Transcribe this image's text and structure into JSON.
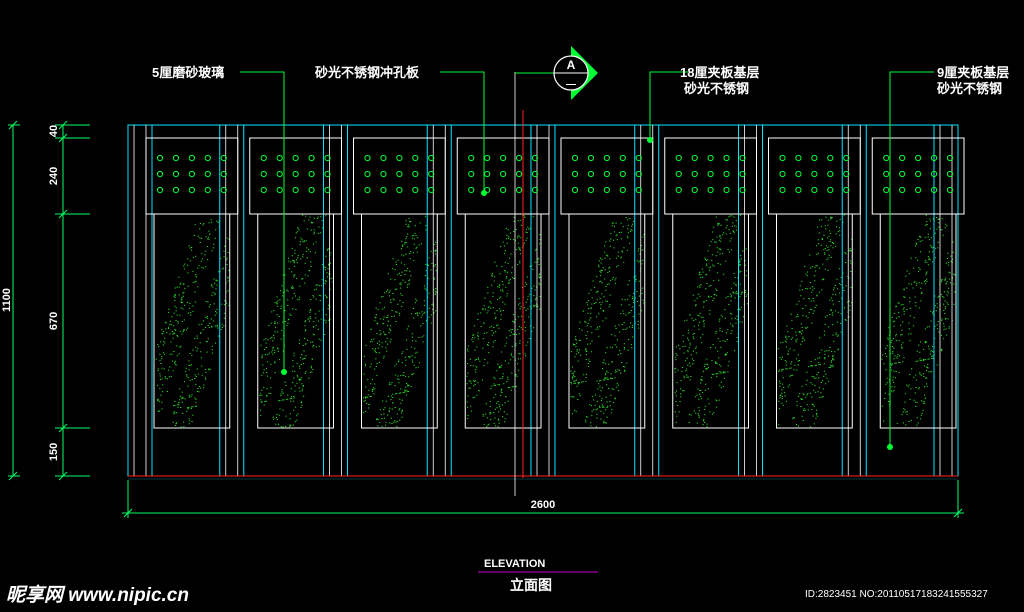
{
  "drawing": {
    "background": "#000000",
    "colors": {
      "frame": "#00e5ff",
      "panel": "#ffffff",
      "leader": "#00ff33",
      "stipple": "#33ff33",
      "ground": "#ff2222",
      "dimension": "#00ff66",
      "title_rule": "#cc00cc"
    },
    "panel_count": 8,
    "perforation_grid": {
      "rows": 3,
      "cols": 5
    }
  },
  "callouts": [
    {
      "id": "glass",
      "lines": [
        "5厘磨砂玻璃"
      ]
    },
    {
      "id": "perforated",
      "lines": [
        "砂光不锈钢冲孔板"
      ]
    },
    {
      "id": "plywood18",
      "lines": [
        "18厘夹板基层",
        "砂光不锈钢"
      ]
    },
    {
      "id": "plywood9",
      "lines": [
        "9厘夹板基层",
        "砂光不锈钢"
      ]
    }
  ],
  "section_marker": {
    "label": "A",
    "sub": "—"
  },
  "dimensions": {
    "vertical": [
      "40",
      "240",
      "670",
      "150"
    ],
    "overall_height": "1100",
    "overall_width": "2600"
  },
  "title": {
    "english": "ELEVATION",
    "chinese": "立面图"
  },
  "watermark": {
    "site": "昵享网 www.nipic.cn",
    "id": "ID:2823451 NO:20110517183241555327"
  }
}
